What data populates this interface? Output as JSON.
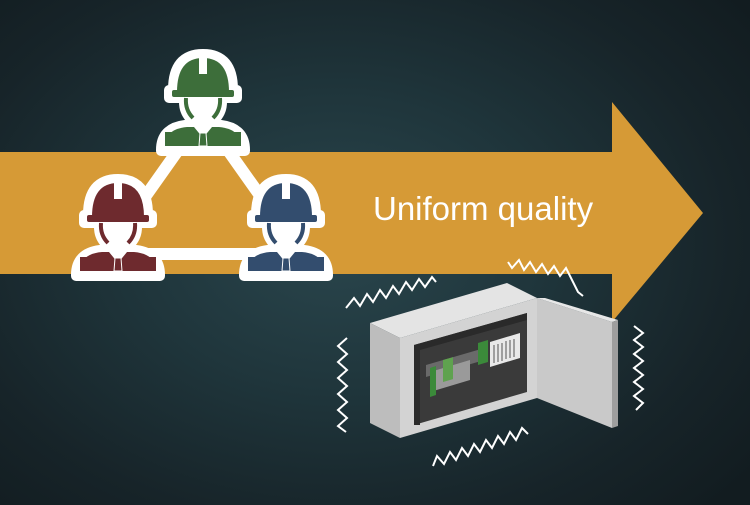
{
  "banner": {
    "label": "Uniform quality",
    "arrow_color": "#d69a36"
  },
  "workers": [
    {
      "name": "worker-green",
      "helmet_color": "#3d6e3a"
    },
    {
      "name": "worker-red",
      "helmet_color": "#6e2a2e"
    },
    {
      "name": "worker-blue",
      "helmet_color": "#334d6e"
    }
  ],
  "colors": {
    "background": "#1f353b",
    "triangle_links": "#ffffff",
    "cabinet": "#d9d9d9",
    "vibration_marks": "#ffffff"
  },
  "icons": [
    "worker-icon",
    "control-cabinet-icon",
    "vibration-icon"
  ]
}
